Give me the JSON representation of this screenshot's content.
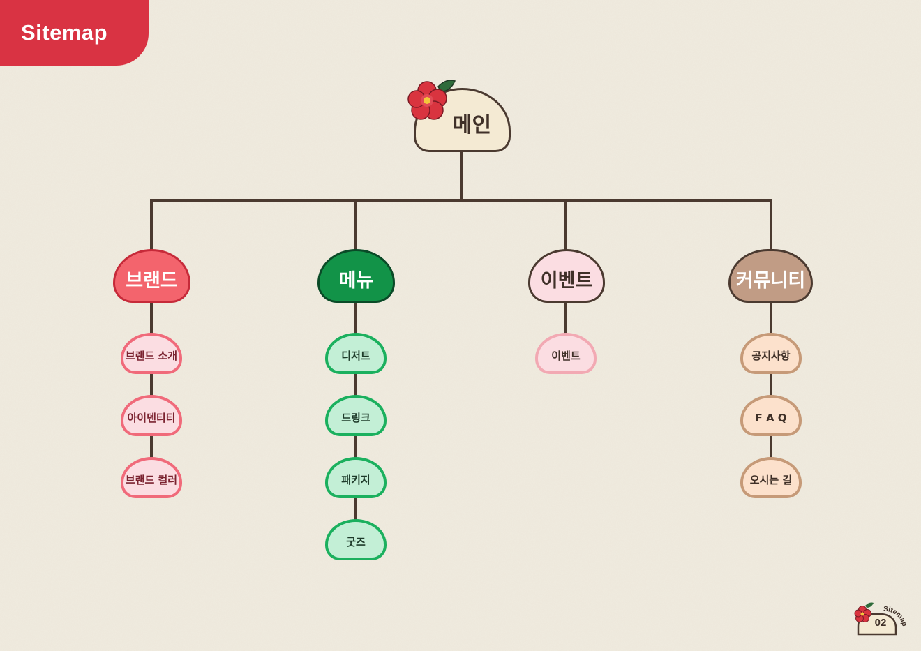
{
  "header": {
    "title": "Sitemap"
  },
  "root": {
    "label": "메인"
  },
  "categories": [
    {
      "key": "brand",
      "label": "브랜드",
      "items": [
        "브랜드 소개",
        "아이덴티티",
        "브랜드 컬러"
      ]
    },
    {
      "key": "menu",
      "label": "메뉴",
      "items": [
        "디저트",
        "드링크",
        "패키지",
        "굿즈"
      ]
    },
    {
      "key": "event",
      "label": "이벤트",
      "items": [
        "이벤트"
      ]
    },
    {
      "key": "community",
      "label": "커뮤니티",
      "items": [
        "공지사항",
        "F A Q",
        "오시는 길"
      ]
    }
  ],
  "footer": {
    "label": "Sitemap",
    "page": "02"
  },
  "colors": {
    "background": "#f1ece0",
    "accent": "#d93343",
    "line": "#4b3a30",
    "brand": "#f3646d",
    "menu": "#129348",
    "event": "#fbdde2",
    "community": "#c19c85"
  },
  "icons": {
    "root_decoration": "camellia-flower-icon",
    "footer_decoration": "camellia-flower-icon"
  }
}
